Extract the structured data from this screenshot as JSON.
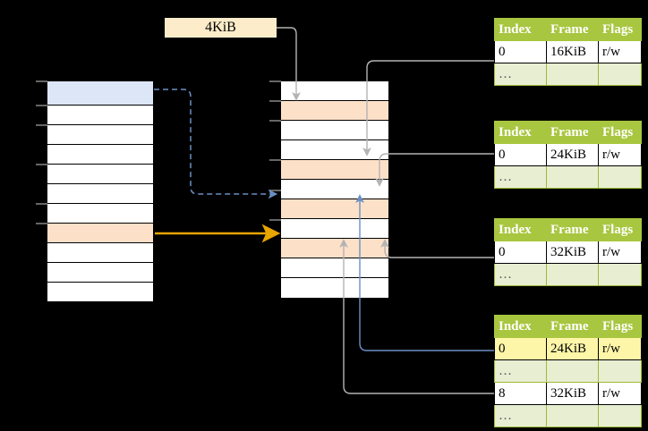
{
  "diagram": {
    "title_label": "4KiB",
    "colors": {
      "background": "#000000",
      "table_header": "#a8c63f",
      "table_alt_row": "#e8eed2",
      "highlight_yellow": "#fdf6a8",
      "cell_blue": "#dce6f7",
      "cell_orange": "#fde0c8",
      "label_bg": "#fdecca",
      "arrow_orange": "#e8a400",
      "arrow_blue": "#6a8fc4",
      "arrow_gray": "#b3b3b3"
    }
  },
  "left_column": {
    "name": "virtual-address-space",
    "row_count": 11,
    "rows": [
      {
        "fill": "blue"
      },
      {
        "fill": "white"
      },
      {
        "fill": "white"
      },
      {
        "fill": "white"
      },
      {
        "fill": "white"
      },
      {
        "fill": "white"
      },
      {
        "fill": "white"
      },
      {
        "fill": "orange"
      },
      {
        "fill": "white"
      },
      {
        "fill": "white"
      },
      {
        "fill": "white"
      }
    ]
  },
  "middle_column": {
    "name": "physical-memory",
    "row_count": 11,
    "rows": [
      {
        "fill": "white"
      },
      {
        "fill": "orange"
      },
      {
        "fill": "white"
      },
      {
        "fill": "white"
      },
      {
        "fill": "orange"
      },
      {
        "fill": "white"
      },
      {
        "fill": "orange"
      },
      {
        "fill": "white"
      },
      {
        "fill": "orange"
      },
      {
        "fill": "white"
      },
      {
        "fill": "white"
      }
    ]
  },
  "tables": [
    {
      "name": "page-table-1",
      "headers": [
        "Index",
        "Frame",
        "Flags"
      ],
      "rows": [
        {
          "cells": [
            "0",
            "16KiB",
            "r/w"
          ],
          "style": "normal",
          "highlight": [
            false,
            false,
            false
          ]
        },
        {
          "cells": [
            "…",
            "",
            ""
          ],
          "style": "ellipsis",
          "highlight": [
            false,
            false,
            false
          ]
        }
      ]
    },
    {
      "name": "page-table-2",
      "headers": [
        "Index",
        "Frame",
        "Flags"
      ],
      "rows": [
        {
          "cells": [
            "0",
            "24KiB",
            "r/w"
          ],
          "style": "normal",
          "highlight": [
            false,
            false,
            false
          ]
        },
        {
          "cells": [
            "…",
            "",
            ""
          ],
          "style": "ellipsis",
          "highlight": [
            false,
            false,
            false
          ]
        }
      ]
    },
    {
      "name": "page-table-3",
      "headers": [
        "Index",
        "Frame",
        "Flags"
      ],
      "rows": [
        {
          "cells": [
            "0",
            "32KiB",
            "r/w"
          ],
          "style": "normal",
          "highlight": [
            false,
            false,
            false
          ]
        },
        {
          "cells": [
            "…",
            "",
            ""
          ],
          "style": "ellipsis",
          "highlight": [
            false,
            false,
            false
          ]
        }
      ]
    },
    {
      "name": "page-table-4",
      "headers": [
        "Index",
        "Frame",
        "Flags"
      ],
      "rows": [
        {
          "cells": [
            "0",
            "24KiB",
            "r/w"
          ],
          "style": "normal",
          "highlight": [
            true,
            true,
            true
          ]
        },
        {
          "cells": [
            "…",
            "",
            ""
          ],
          "style": "ellipsis",
          "highlight": [
            false,
            false,
            false
          ]
        },
        {
          "cells": [
            "8",
            "32KiB",
            "r/w"
          ],
          "style": "normal",
          "highlight": [
            false,
            false,
            false
          ]
        },
        {
          "cells": [
            "…",
            "",
            ""
          ],
          "style": "ellipsis",
          "highlight": [
            false,
            false,
            false
          ]
        }
      ]
    }
  ]
}
